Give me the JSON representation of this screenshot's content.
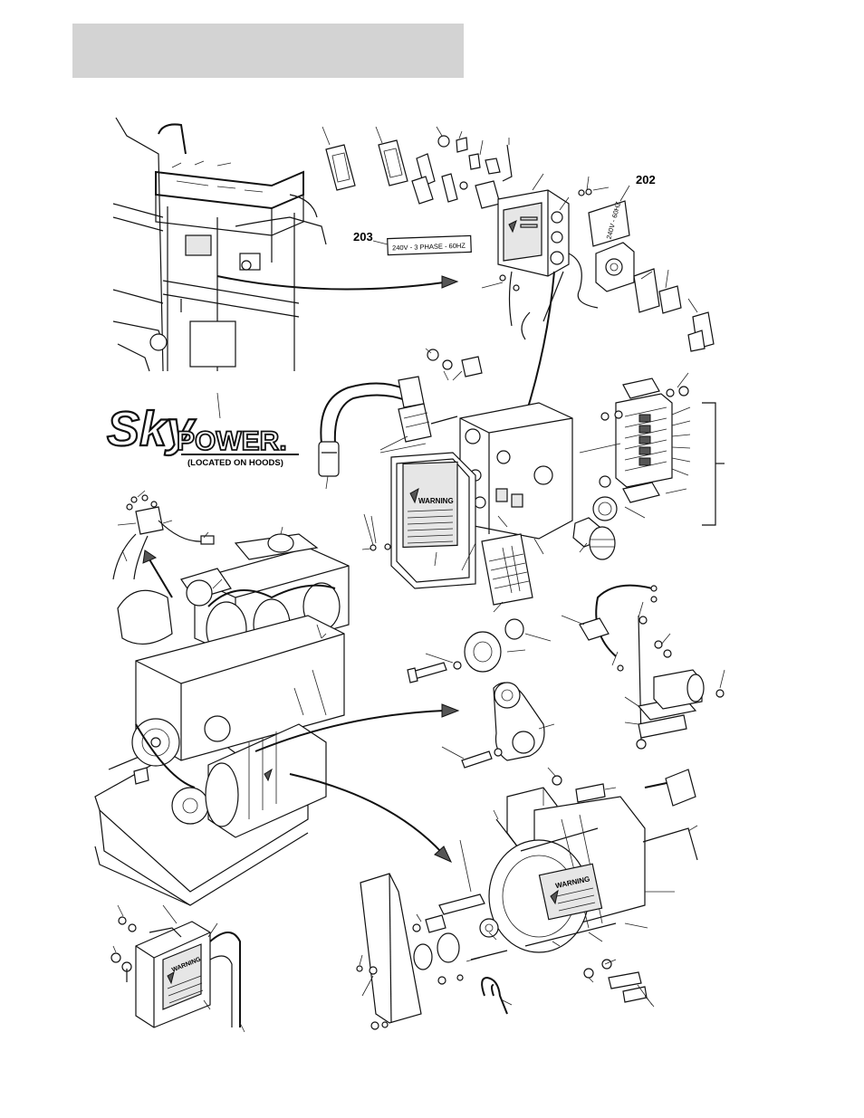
{
  "callouts": {
    "label_202": "202",
    "label_203": "203"
  },
  "decals": {
    "phase_240_3": "240V - 3 PHASE - 60HZ",
    "single_240": "240V - 60HZ",
    "warning": "WARNING"
  },
  "logo": {
    "brand_sky": "Sky",
    "brand_power": "POWER.",
    "location_note": "(LOCATED ON HOODS)"
  },
  "colors": {
    "header_bar": "#d3d3d3",
    "ink": "#111111",
    "paper": "#ffffff"
  }
}
